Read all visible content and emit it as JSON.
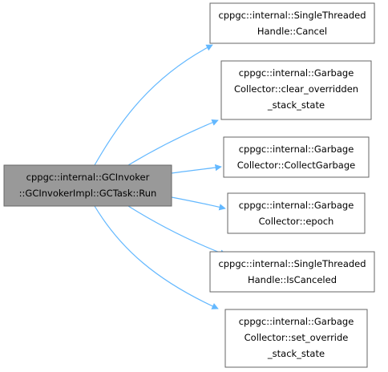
{
  "diagram": {
    "source": {
      "lines": [
        "cppgc::internal::GCInvoker",
        "::GCInvokerImpl::GCTask::Run"
      ]
    },
    "targets": [
      {
        "lines": [
          "cppgc::internal::SingleThreaded",
          "Handle::Cancel"
        ]
      },
      {
        "lines": [
          "cppgc::internal::Garbage",
          "Collector::clear_overridden",
          "_stack_state"
        ]
      },
      {
        "lines": [
          "cppgc::internal::Garbage",
          "Collector::CollectGarbage"
        ]
      },
      {
        "lines": [
          "cppgc::internal::Garbage",
          "Collector::epoch"
        ]
      },
      {
        "lines": [
          "cppgc::internal::SingleThreaded",
          "Handle::IsCanceled"
        ]
      },
      {
        "lines": [
          "cppgc::internal::Garbage",
          "Collector::set_override",
          "_stack_state"
        ]
      }
    ],
    "colors": {
      "source_fill": "#999999",
      "source_stroke": "#666666",
      "target_fill": "#ffffff",
      "target_stroke": "#666666",
      "edge": "#63b8ff"
    }
  }
}
